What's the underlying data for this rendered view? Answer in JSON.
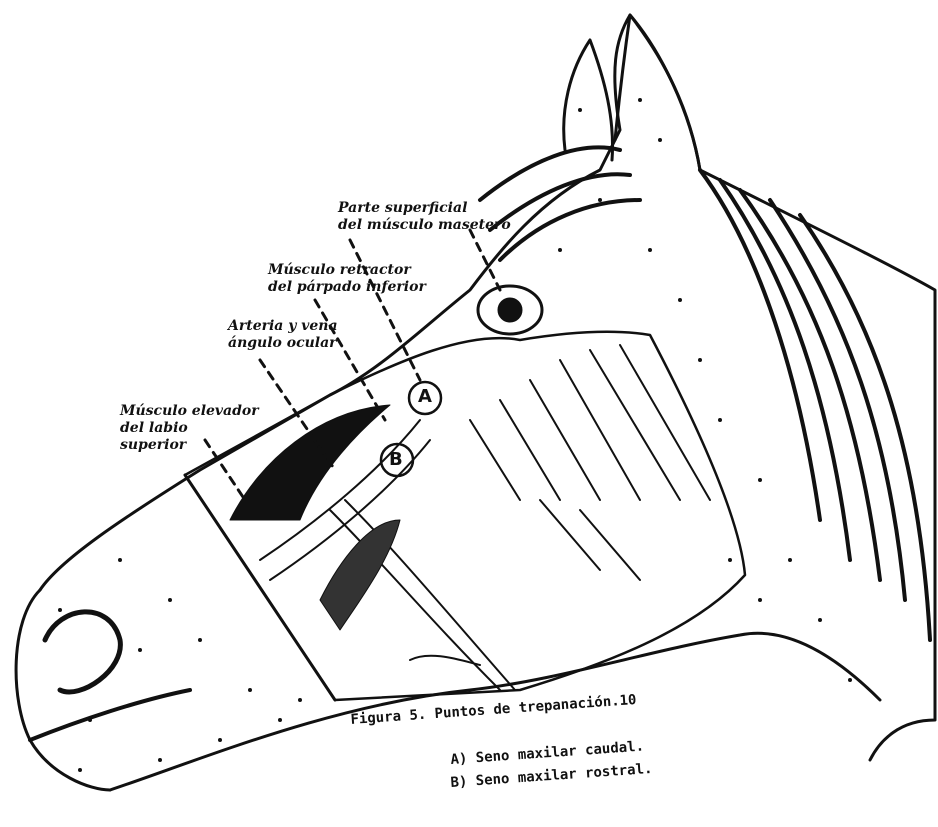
{
  "labels": {
    "masetero": [
      "Parte superficial",
      "del músculo masetero"
    ],
    "retractor": [
      "Músculo retractor",
      "del párpado inferior"
    ],
    "arteria": [
      "Arteria y vena",
      "ángulo ocular"
    ],
    "elevador": [
      "Músculo elevador",
      "del labio",
      "superior"
    ]
  },
  "points": {
    "a": "A",
    "b": "B"
  },
  "caption": {
    "title": "Figura 5.  Puntos de trepanación.10",
    "a": "A) Seno maxilar caudal.",
    "b": "B) Seno maxilar rostral."
  },
  "colors": {
    "ink": "#111111",
    "paper": "#ffffff"
  }
}
